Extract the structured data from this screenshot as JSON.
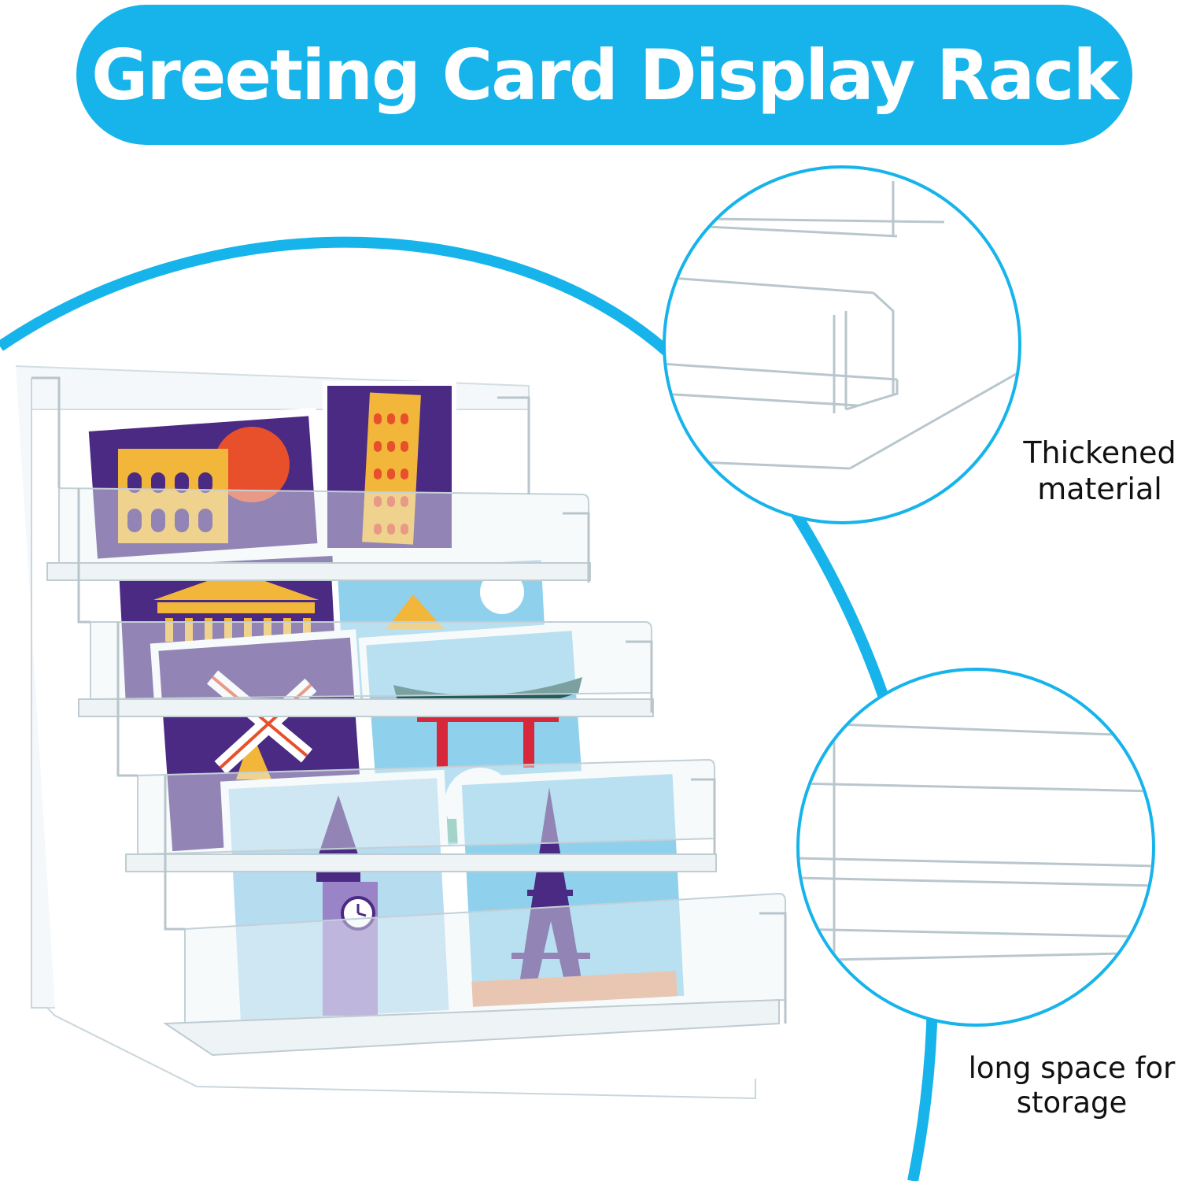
{
  "title": "Greeting Card Display Rack",
  "colors": {
    "accent": "#16b4eb",
    "background": "#ffffff",
    "text": "#111111",
    "acrylic_edge": "#c9d6dc"
  },
  "callouts": [
    {
      "line1": "Thickened",
      "line2": "material"
    },
    {
      "line1": "long space for",
      "line2": "storage"
    }
  ],
  "cards": [
    {
      "name": "colosseum-card",
      "bg": "#4a2a82"
    },
    {
      "name": "leaning-tower-card",
      "bg": "#4a2a82"
    },
    {
      "name": "parthenon-card",
      "bg": "#4a2a82"
    },
    {
      "name": "pyramids-card",
      "bg": "#8fd0ec"
    },
    {
      "name": "windmill-card",
      "bg": "#4a2a82"
    },
    {
      "name": "torii-gate-card",
      "bg": "#8fd0ec"
    },
    {
      "name": "big-ben-card",
      "bg": "#b6dcf0"
    },
    {
      "name": "eiffel-tower-card",
      "bg": "#8fd0ec"
    }
  ]
}
